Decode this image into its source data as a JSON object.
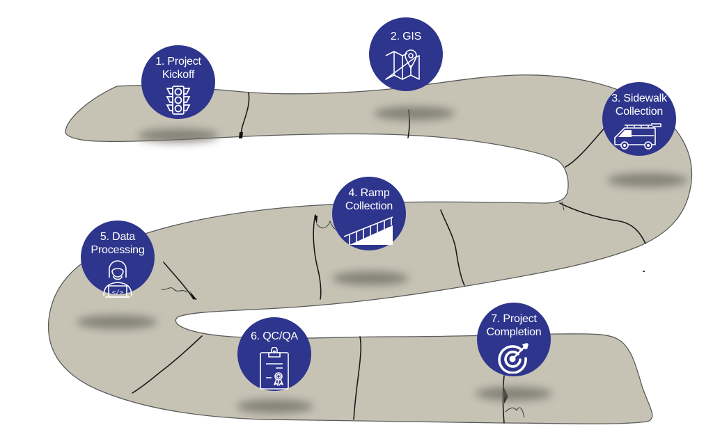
{
  "diagram": {
    "type": "roadmap",
    "description": "Winding sidewalk path with seven project milestones",
    "colors": {
      "milestone_fill": "#2e358c",
      "milestone_text": "#ffffff",
      "road_fill": "#c6c3b5",
      "road_outline": "#5a5a5a",
      "crack": "#1a1a1a",
      "shadow": "#6f6d64",
      "background": "#ffffff"
    },
    "milestones": [
      {
        "step": 1,
        "line1": "1. Project",
        "line2": "Kickoff",
        "icon": "traffic-light-icon"
      },
      {
        "step": 2,
        "line1": "2. GIS",
        "line2": "",
        "icon": "map-pin-icon"
      },
      {
        "step": 3,
        "line1": "3. Sidewalk",
        "line2": "Collection",
        "icon": "van-icon"
      },
      {
        "step": 4,
        "line1": "4. Ramp",
        "line2": "Collection",
        "icon": "ramp-icon"
      },
      {
        "step": 5,
        "line1": "5. Data",
        "line2": "Processing",
        "icon": "developer-laptop-icon"
      },
      {
        "step": 6,
        "line1": "6. QC/QA",
        "line2": "",
        "icon": "certificate-clipboard-icon"
      },
      {
        "step": 7,
        "line1": "7. Project",
        "line2": "Completion",
        "icon": "target-arrow-icon"
      }
    ]
  }
}
